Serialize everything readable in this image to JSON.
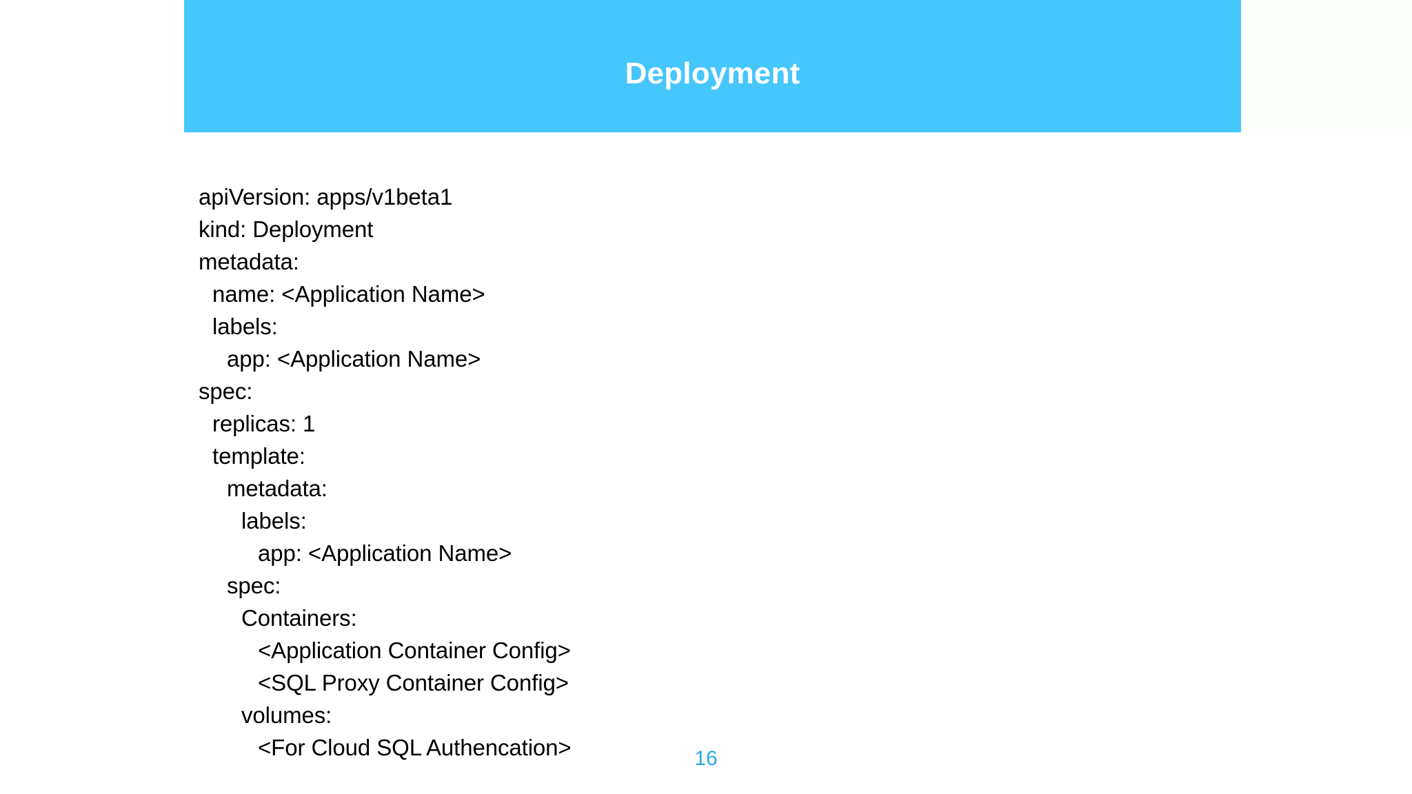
{
  "slide": {
    "title": "Deployment",
    "page_number": "16",
    "accent_color": "#45c6fd",
    "page_number_color": "#29abe2",
    "body_text_color": "#000000",
    "title_text_color": "#ffffff",
    "background_color": "#ffffff"
  },
  "code": {
    "language": "yaml",
    "lines": [
      {
        "indent": 0,
        "text": "apiVersion: apps/v1beta1"
      },
      {
        "indent": 0,
        "text": "kind: Deployment"
      },
      {
        "indent": 0,
        "text": "metadata:"
      },
      {
        "indent": 1,
        "text": "name: <Application Name>"
      },
      {
        "indent": 1,
        "text": "labels:"
      },
      {
        "indent": 2,
        "text": "app: <Application Name>"
      },
      {
        "indent": 0,
        "text": "spec:"
      },
      {
        "indent": 1,
        "text": "replicas: 1"
      },
      {
        "indent": 1,
        "text": "template:"
      },
      {
        "indent": 2,
        "text": "metadata:"
      },
      {
        "indent": 3,
        "text": "labels:"
      },
      {
        "indent": 4,
        "text": "app: <Application Name>"
      },
      {
        "indent": 2,
        "text": "spec:"
      },
      {
        "indent": 3,
        "text": "Containers:"
      },
      {
        "indent": 4,
        "text": "<Application Container Config>"
      },
      {
        "indent": 4,
        "text": "<SQL Proxy Container Config>"
      },
      {
        "indent": 3,
        "text": "volumes:"
      },
      {
        "indent": 4,
        "text": "<For Cloud SQL Authencation>"
      }
    ]
  }
}
